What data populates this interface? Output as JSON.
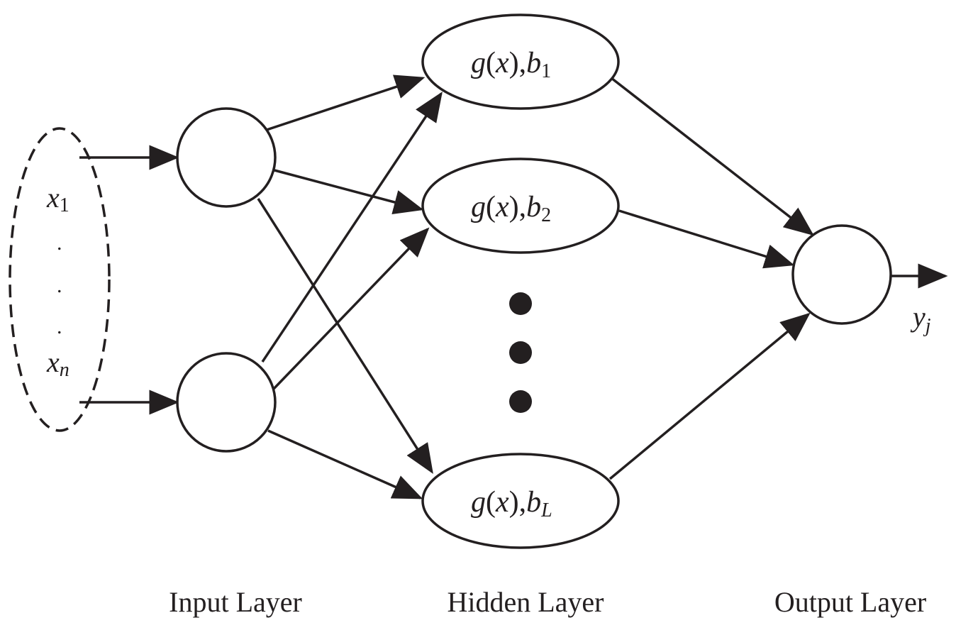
{
  "inputs": {
    "first_symbol": "x",
    "first_subscript": "1",
    "ellipsis": ".",
    "last_symbol": "x",
    "last_subscript": "n"
  },
  "hidden_nodes": [
    {
      "func": "g",
      "arg": "x",
      "bias": "b",
      "subscript": "1"
    },
    {
      "func": "g",
      "arg": "x",
      "bias": "b",
      "subscript": "2"
    },
    {
      "func": "g",
      "arg": "x",
      "bias": "b",
      "subscript": "L"
    }
  ],
  "output": {
    "symbol": "y",
    "subscript": "j"
  },
  "layer_labels": {
    "input": "Input Layer",
    "hidden": "Hidden Layer",
    "output": "Output Layer"
  }
}
